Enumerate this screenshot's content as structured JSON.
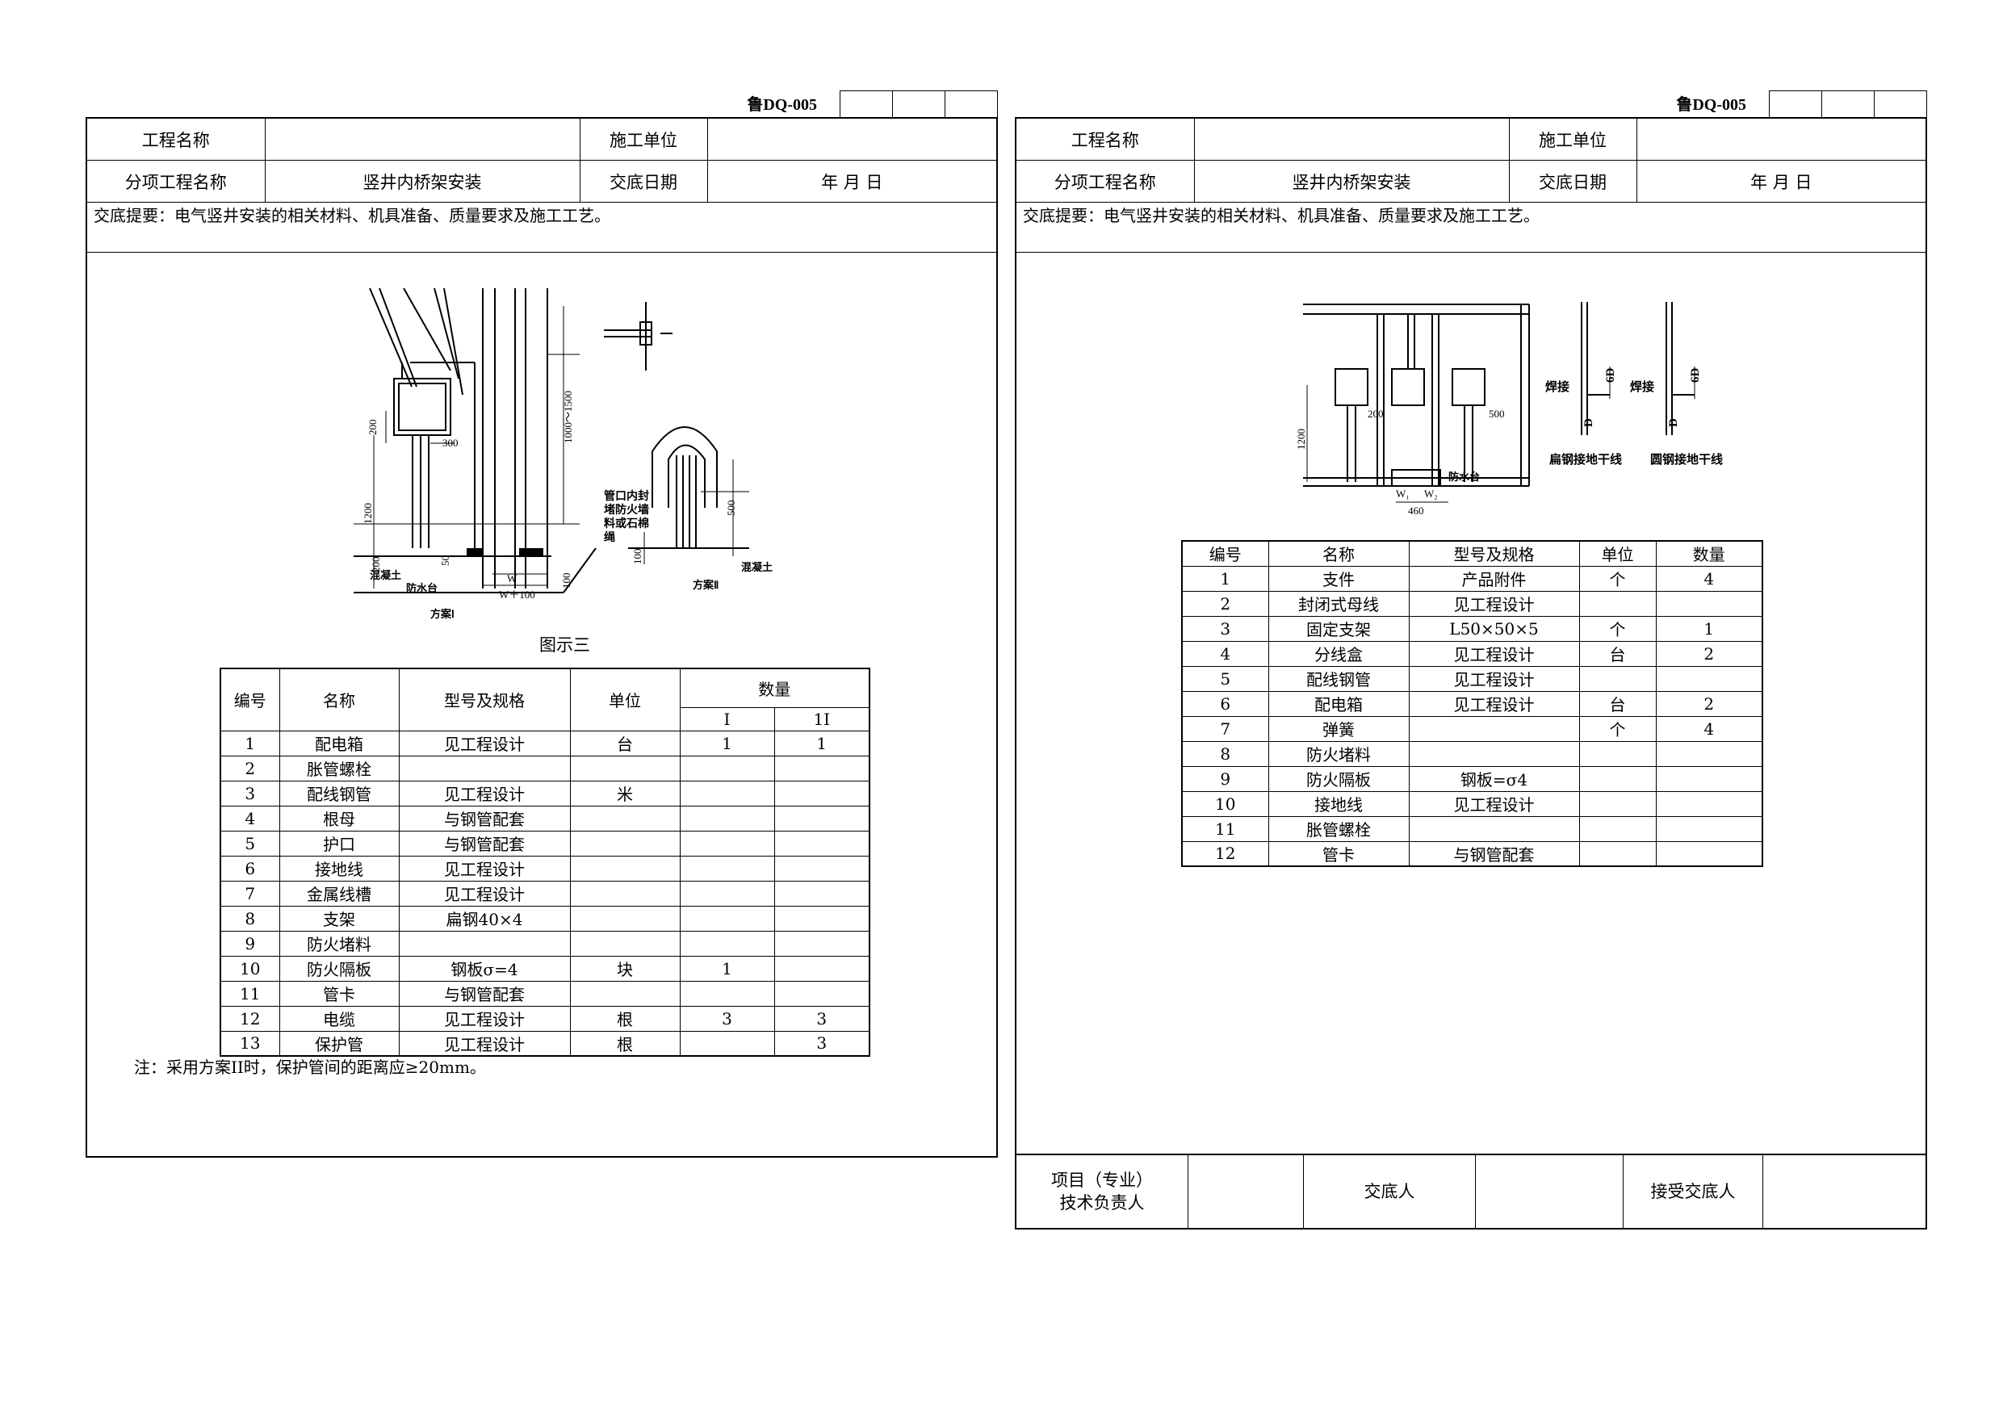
{
  "sheets": [
    {
      "code": "鲁DQ-005",
      "header": {
        "project_label": "工程名称",
        "project_value": "",
        "contractor_label": "施工单位",
        "contractor_value": "",
        "subitem_label": "分项工程名称",
        "subitem_value": "竖井内桥架安装",
        "date_label": "交底日期",
        "date_value": "年 月 日"
      },
      "summary": "交底提要：电气竖井安装的相关材料、机具准备、质量要求及施工工艺。",
      "figure": {
        "caption": "图示三",
        "scheme_1_label": "方案Ⅰ",
        "scheme_2_label": "方案Ⅱ",
        "concrete_label": "混凝土",
        "waterproof_label": "防水台",
        "fire_note": "管口内封堵防火墙料或石棉绳",
        "dim_300": "300",
        "dim_200_top": "200",
        "dim_1200": "1200",
        "dim_200_bottom": "200",
        "dim_50": "50",
        "dim_1000_1500": "1000～1500",
        "dim_100": "100",
        "dim_w": "W",
        "dim_w100": "W＋100",
        "dim_500": "500",
        "dim_100_ii": "100"
      },
      "table": {
        "headers": [
          "编号",
          "名称",
          "型号及规格",
          "单位",
          "数量"
        ],
        "subheaders": [
          "I",
          "1I"
        ],
        "rows": [
          [
            "1",
            "配电箱",
            "见工程设计",
            "台",
            "1",
            "1"
          ],
          [
            "2",
            "胀管螺栓",
            "",
            "",
            "",
            ""
          ],
          [
            "3",
            "配线钢管",
            "见工程设计",
            "米",
            "",
            ""
          ],
          [
            "4",
            "根母",
            "与钢管配套",
            "",
            "",
            ""
          ],
          [
            "5",
            "护口",
            "与钢管配套",
            "",
            "",
            ""
          ],
          [
            "6",
            "接地线",
            "见工程设计",
            "",
            "",
            ""
          ],
          [
            "7",
            "金属线槽",
            "见工程设计",
            "",
            "",
            ""
          ],
          [
            "8",
            "支架",
            "扁钢40×4",
            "",
            "",
            ""
          ],
          [
            "9",
            "防火堵料",
            "",
            "",
            "",
            ""
          ],
          [
            "10",
            "防火隔板",
            "钢板σ=4",
            "块",
            "1",
            ""
          ],
          [
            "11",
            "管卡",
            "与钢管配套",
            "",
            "",
            ""
          ],
          [
            "12",
            "电缆",
            "见工程设计",
            "根",
            "3",
            "3"
          ],
          [
            "13",
            "保护管",
            "见工程设计",
            "根",
            "",
            "3"
          ]
        ]
      },
      "note": "注：采用方案II时，保护管间的距离应≥20mm。"
    },
    {
      "code": "鲁DQ-005",
      "header": {
        "project_label": "工程名称",
        "project_value": "",
        "contractor_label": "施工单位",
        "contractor_value": "",
        "subitem_label": "分项工程名称",
        "subitem_value": "竖井内桥架安装",
        "date_label": "交底日期",
        "date_value": "年 月 日"
      },
      "summary": "交底提要：电气竖井安装的相关材料、机具准备、质量要求及施工工艺。",
      "figure": {
        "weld_label_1": "焊接",
        "weld_label_2": "焊接",
        "flat_steel_label": "扁钢接地干线",
        "round_steel_label": "圆钢接地干线",
        "waterproof_label": "防水台",
        "dim_1200": "1200",
        "dim_200": "200",
        "dim_500": "500",
        "dim_460": "460",
        "dim_w1": "W₁",
        "dim_w2": "W₂",
        "dim_6d_1": "6D",
        "dim_6d_2": "6D",
        "dim_d_1": "D",
        "dim_d_2": "D"
      },
      "table": {
        "headers": [
          "编号",
          "名称",
          "型号及规格",
          "单位",
          "数量"
        ],
        "rows": [
          [
            "1",
            "支件",
            "产品附件",
            "个",
            "4"
          ],
          [
            "2",
            "封闭式母线",
            "见工程设计",
            "",
            ""
          ],
          [
            "3",
            "固定支架",
            "L50×50×5",
            "个",
            "1"
          ],
          [
            "4",
            "分线盒",
            "见工程设计",
            "台",
            "2"
          ],
          [
            "5",
            "配线钢管",
            "见工程设计",
            "",
            ""
          ],
          [
            "6",
            "配电箱",
            "见工程设计",
            "台",
            "2"
          ],
          [
            "7",
            "弹簧",
            "",
            "个",
            "4"
          ],
          [
            "8",
            "防火堵料",
            "",
            "",
            ""
          ],
          [
            "9",
            "防火隔板",
            "钢板=σ4",
            "",
            ""
          ],
          [
            "10",
            "接地线",
            "见工程设计",
            "",
            ""
          ],
          [
            "11",
            "胀管螺栓",
            "",
            "",
            ""
          ],
          [
            "12",
            "管卡",
            "与钢管配套",
            "",
            ""
          ]
        ]
      },
      "signatures": {
        "tech_lead_label": "项目（专业）\n技术负责人",
        "tech_lead_value": "",
        "discloser_label": "交底人",
        "discloser_value": "",
        "receiver_label": "接受交底人",
        "receiver_value": ""
      }
    }
  ]
}
